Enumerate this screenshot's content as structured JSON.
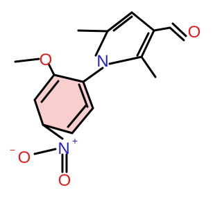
{
  "molecule": {
    "atoms": {
      "pyrrole_n": "N",
      "aldehyde_o": "O",
      "methoxy_o": "O",
      "nitro_n": "N",
      "nitro_plus": "+",
      "nitro_o_bottom": "O",
      "nitro_o_left": "O",
      "nitro_minus": "−"
    },
    "colors": {
      "bond": "#000000",
      "nitrogen": "#1f1fd6",
      "oxygen": "#e21b1b",
      "aromatic_highlight": "#f4a6a6"
    }
  }
}
